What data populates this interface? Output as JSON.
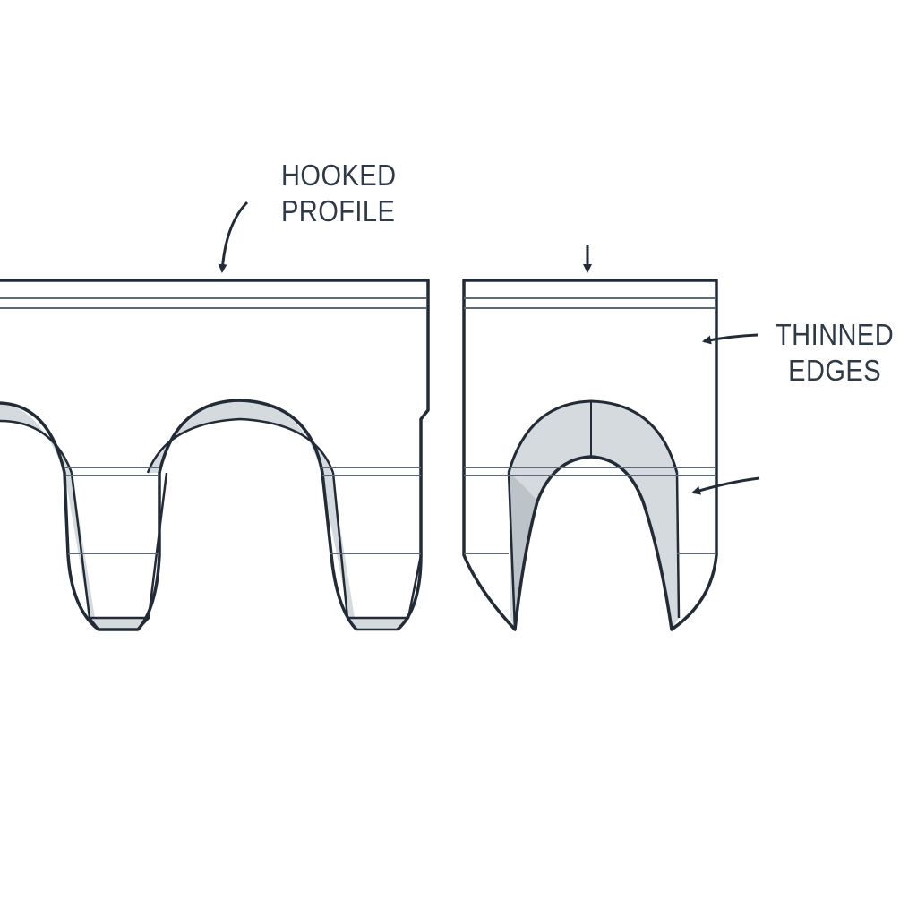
{
  "labels": {
    "hooked_profile": {
      "line1": "HOOKED",
      "line2": "PROFILE"
    },
    "thinned_edges": {
      "line1": "THINNED",
      "line2": "EDGES"
    }
  },
  "colors": {
    "outline": "#222b36",
    "shading": "#d4dade",
    "shading_dark": "#bcc4ca",
    "inner_line": "#5f6a74",
    "text": "#2f3a46",
    "background": "#ffffff"
  }
}
